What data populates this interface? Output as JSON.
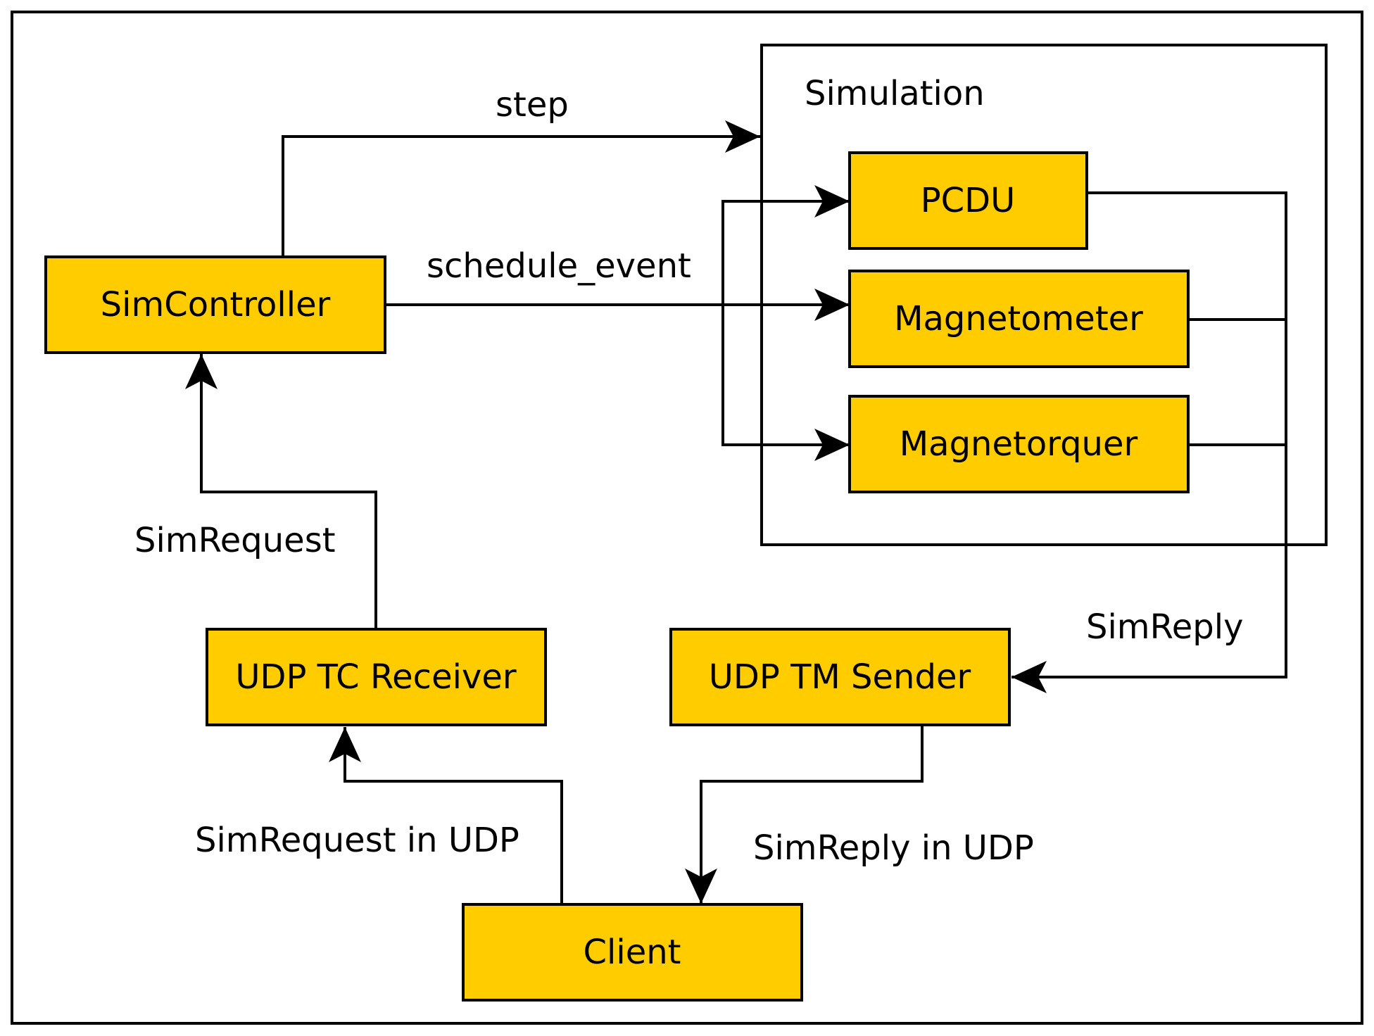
{
  "colors": {
    "box_fill": "#ffcc00",
    "line": "#000000",
    "background": "#ffffff"
  },
  "diagram": {
    "group": {
      "label": "Simulation"
    },
    "nodes": {
      "simcontroller": "SimController",
      "pcdu": "PCDU",
      "magnetometer": "Magnetometer",
      "magnetorquer": "Magnetorquer",
      "udp_tc_receiver": "UDP TC Receiver",
      "udp_tm_sender": "UDP TM Sender",
      "client": "Client"
    },
    "edge_labels": {
      "step": "step",
      "schedule_event": "schedule_event",
      "simrequest": "SimRequest",
      "simreply": "SimReply",
      "simrequest_udp": "SimRequest in UDP",
      "simreply_udp": "SimReply in UDP"
    },
    "edges": [
      {
        "from": "SimController",
        "to": "Simulation",
        "label": "step"
      },
      {
        "from": "SimController",
        "to": "PCDU",
        "label": "schedule_event"
      },
      {
        "from": "SimController",
        "to": "Magnetometer",
        "label": "schedule_event"
      },
      {
        "from": "SimController",
        "to": "Magnetorquer",
        "label": "schedule_event"
      },
      {
        "from": "UDP TC Receiver",
        "to": "SimController",
        "label": "SimRequest"
      },
      {
        "from": "PCDU",
        "to": "UDP TM Sender",
        "label": "SimReply"
      },
      {
        "from": "Magnetometer",
        "to": "UDP TM Sender",
        "label": "SimReply"
      },
      {
        "from": "Magnetorquer",
        "to": "UDP TM Sender",
        "label": "SimReply"
      },
      {
        "from": "Client",
        "to": "UDP TC Receiver",
        "label": "SimRequest in UDP"
      },
      {
        "from": "UDP TM Sender",
        "to": "Client",
        "label": "SimReply in UDP"
      }
    ]
  }
}
